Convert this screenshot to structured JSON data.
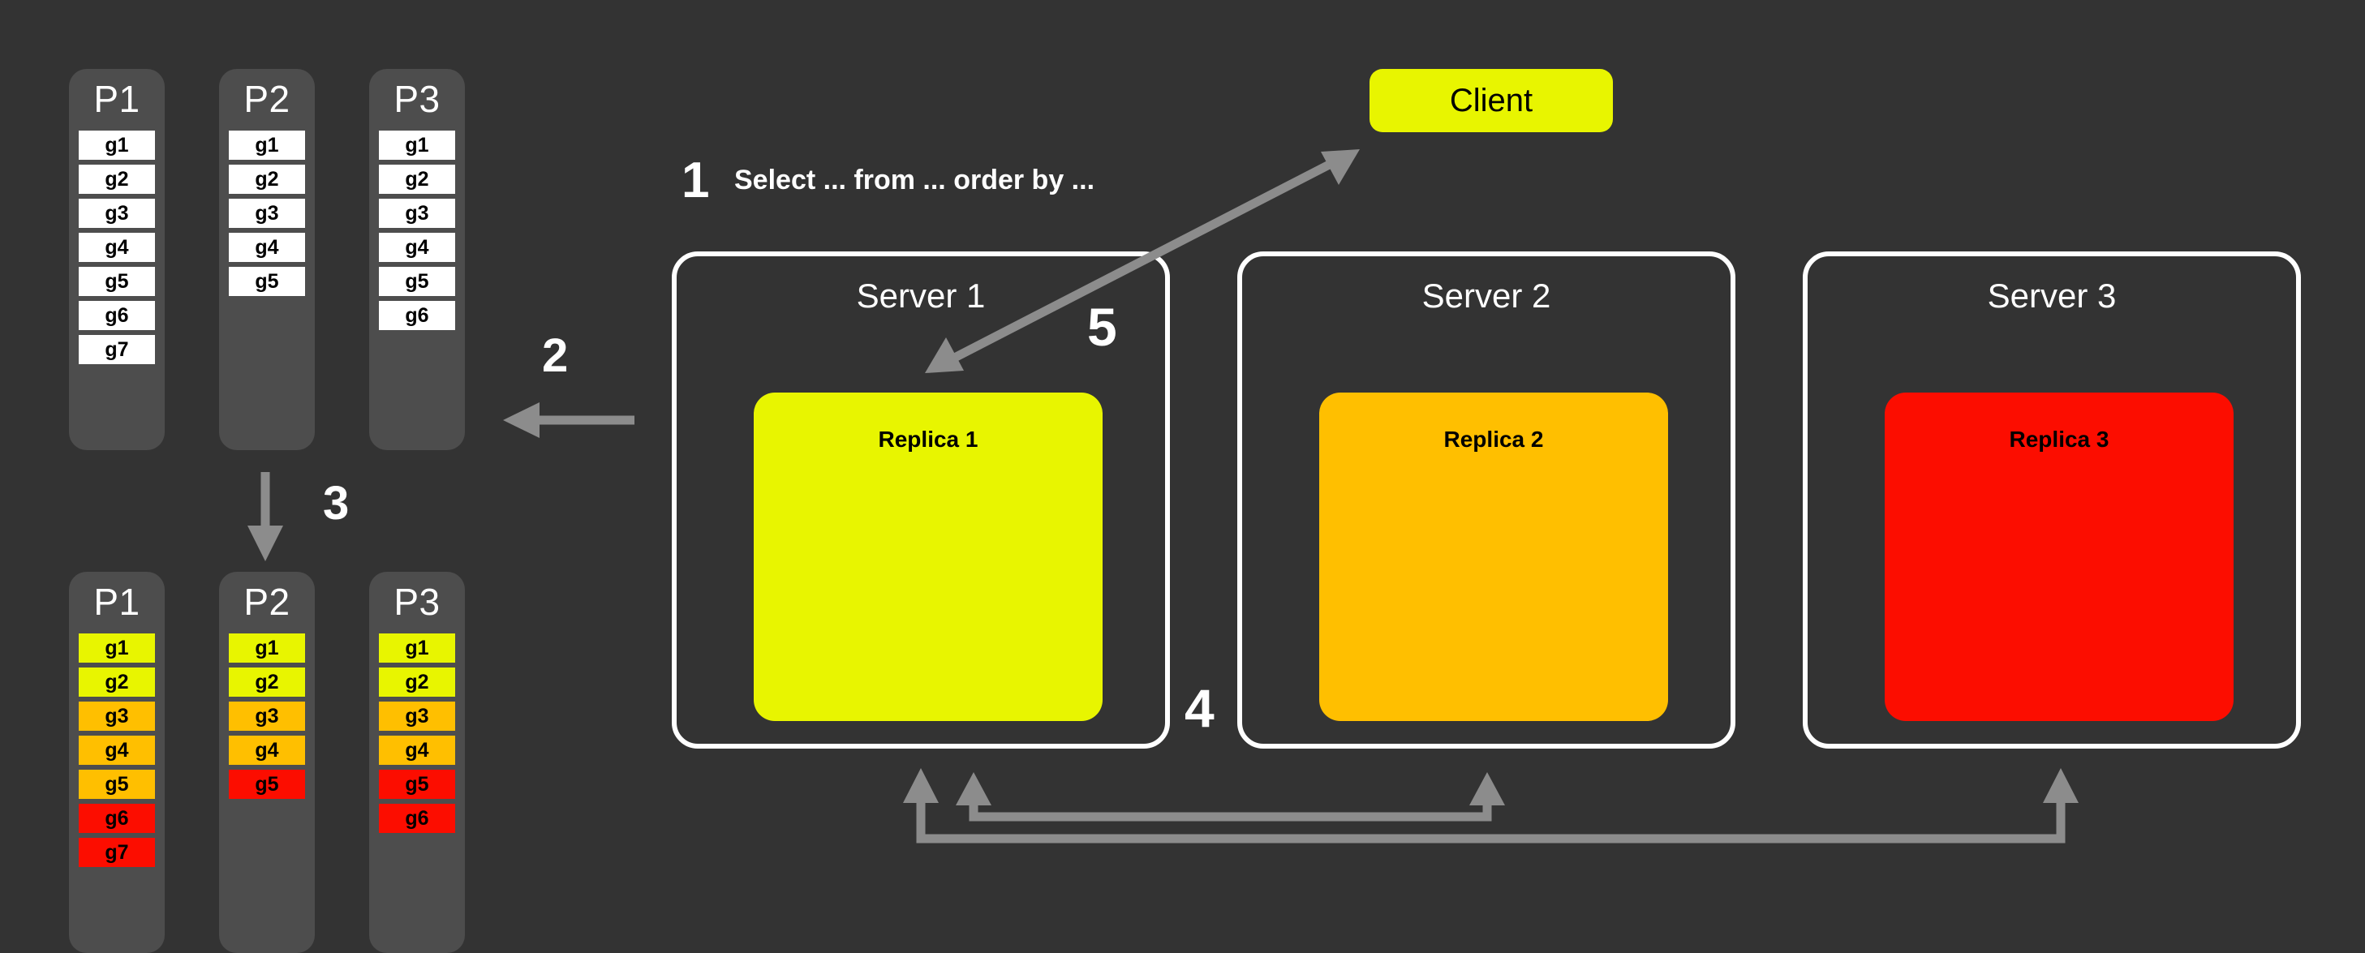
{
  "theme": {
    "background": "#333333",
    "panel": "#4d4d4d",
    "frame_stroke": "#ffffff",
    "arrow": "#8c8c8c",
    "yellow": "#e8f500",
    "orange": "#ffbf00",
    "red": "#fc0d00",
    "white": "#ffffff"
  },
  "partitions_top": [
    {
      "title": "P1",
      "cells": [
        {
          "label": "g1",
          "color": "#ffffff"
        },
        {
          "label": "g2",
          "color": "#ffffff"
        },
        {
          "label": "g3",
          "color": "#ffffff"
        },
        {
          "label": "g4",
          "color": "#ffffff"
        },
        {
          "label": "g5",
          "color": "#ffffff"
        },
        {
          "label": "g6",
          "color": "#ffffff"
        },
        {
          "label": "g7",
          "color": "#ffffff"
        }
      ]
    },
    {
      "title": "P2",
      "cells": [
        {
          "label": "g1",
          "color": "#ffffff"
        },
        {
          "label": "g2",
          "color": "#ffffff"
        },
        {
          "label": "g3",
          "color": "#ffffff"
        },
        {
          "label": "g4",
          "color": "#ffffff"
        },
        {
          "label": "g5",
          "color": "#ffffff"
        }
      ]
    },
    {
      "title": "P3",
      "cells": [
        {
          "label": "g1",
          "color": "#ffffff"
        },
        {
          "label": "g2",
          "color": "#ffffff"
        },
        {
          "label": "g3",
          "color": "#ffffff"
        },
        {
          "label": "g4",
          "color": "#ffffff"
        },
        {
          "label": "g5",
          "color": "#ffffff"
        },
        {
          "label": "g6",
          "color": "#ffffff"
        }
      ]
    }
  ],
  "partitions_bottom": [
    {
      "title": "P1",
      "cells": [
        {
          "label": "g1",
          "color": "#e8f500"
        },
        {
          "label": "g2",
          "color": "#e8f500"
        },
        {
          "label": "g3",
          "color": "#ffbf00"
        },
        {
          "label": "g4",
          "color": "#ffbf00"
        },
        {
          "label": "g5",
          "color": "#ffbf00"
        },
        {
          "label": "g6",
          "color": "#fc0d00"
        },
        {
          "label": "g7",
          "color": "#fc0d00"
        }
      ]
    },
    {
      "title": "P2",
      "cells": [
        {
          "label": "g1",
          "color": "#e8f500"
        },
        {
          "label": "g2",
          "color": "#e8f500"
        },
        {
          "label": "g3",
          "color": "#ffbf00"
        },
        {
          "label": "g4",
          "color": "#ffbf00"
        },
        {
          "label": "g5",
          "color": "#fc0d00"
        }
      ]
    },
    {
      "title": "P3",
      "cells": [
        {
          "label": "g1",
          "color": "#e8f500"
        },
        {
          "label": "g2",
          "color": "#e8f500"
        },
        {
          "label": "g3",
          "color": "#ffbf00"
        },
        {
          "label": "g4",
          "color": "#ffbf00"
        },
        {
          "label": "g5",
          "color": "#fc0d00"
        },
        {
          "label": "g6",
          "color": "#fc0d00"
        }
      ]
    }
  ],
  "client": {
    "label": "Client"
  },
  "query": {
    "text": "Select ... from ... order by ..."
  },
  "steps": {
    "one": "1",
    "two": "2",
    "three": "3",
    "four": "4",
    "five": "5"
  },
  "servers": [
    {
      "title": "Server 1",
      "replica": "Replica 1",
      "replica_color": "#e8f500"
    },
    {
      "title": "Server 2",
      "replica": "Replica 2",
      "replica_color": "#ffbf00"
    },
    {
      "title": "Server 3",
      "replica": "Replica 3",
      "replica_color": "#fc0d00"
    }
  ],
  "icons": {
    "arrow_step2": "arrow-left-icon",
    "arrow_step3": "arrow-down-icon",
    "arrow_step4_a": "arrow-merge-up-icon",
    "arrow_step4_b": "arrow-merge-up-icon",
    "arrow_step5": "double-arrow-icon"
  }
}
